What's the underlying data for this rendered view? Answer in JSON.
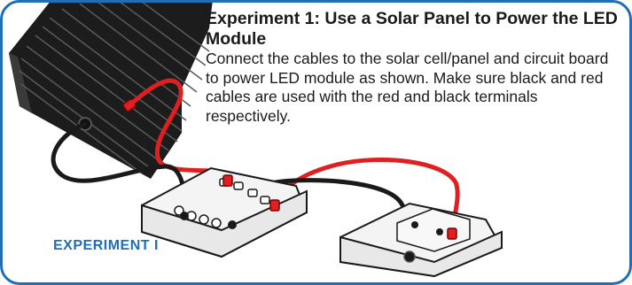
{
  "experiment": {
    "title": "Experiment 1:  Use a Solar Panel to Power the LED Module",
    "description": "Connect the cables to the solar cell/panel and circuit board to power LED module as shown. Make sure black and red cables are used with the red and black terminals respectively.",
    "label": "EXPERIMENT I"
  },
  "colors": {
    "frame": "#1e6fb8",
    "red_cable": "#e02020",
    "black_cable": "#1a1a1a",
    "panel": "#1c1c1c",
    "label": "#1e6fb8"
  }
}
